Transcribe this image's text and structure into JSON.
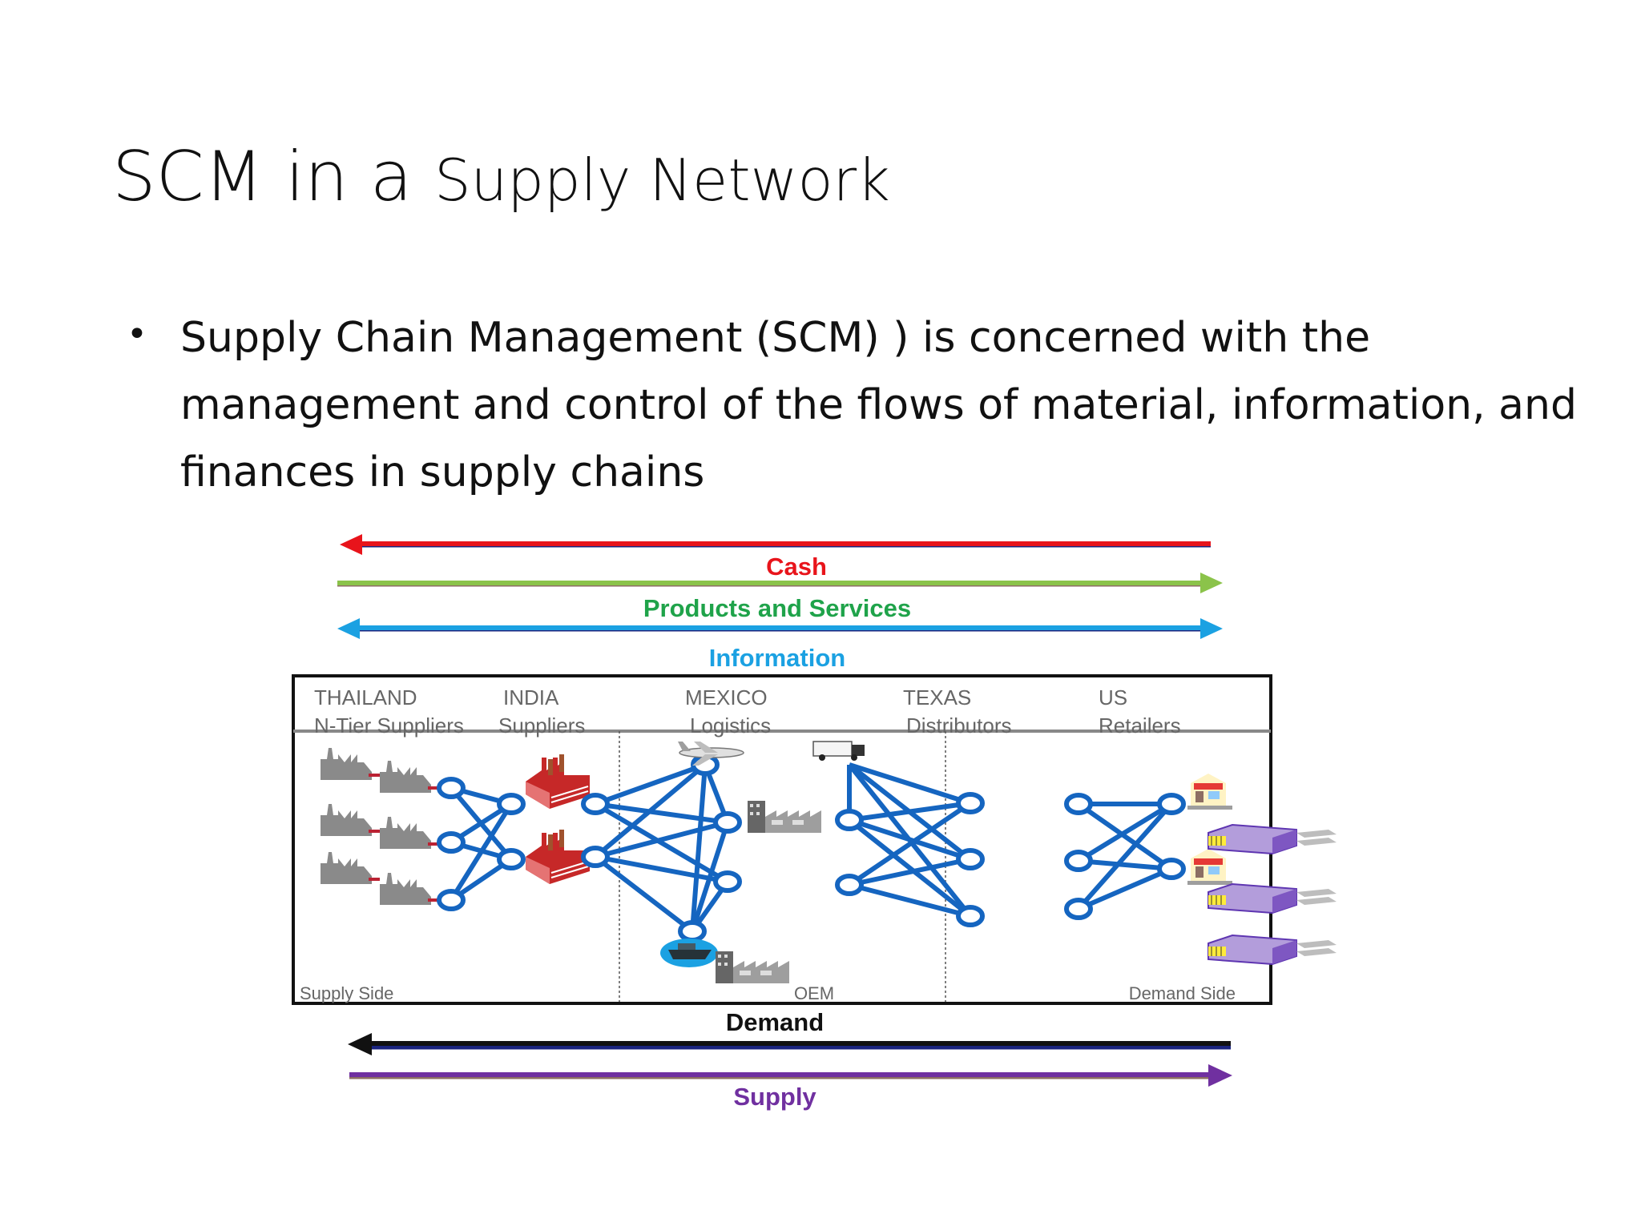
{
  "slide": {
    "title_part1": "SCM in a ",
    "title_part2": "Supply Network",
    "bullet": "•",
    "bullet_text": "Supply Chain Management (SCM) ) is concerned with the management and control of the flows of material, information, and finances in supply chains"
  },
  "diagram": {
    "flows": {
      "cash": "Cash",
      "products": "Products and Services",
      "information": "Information",
      "demand": "Demand",
      "supply": "Supply"
    },
    "regions": [
      {
        "country": "THAILAND",
        "role": "N-Tier Suppliers"
      },
      {
        "country": "INDIA",
        "role": "Suppliers"
      },
      {
        "country": "MEXICO",
        "role": "Logistics"
      },
      {
        "country": "TEXAS",
        "role": "Distributors"
      },
      {
        "country": "US",
        "role": "Retailers"
      }
    ],
    "footer": {
      "left": "Supply Side",
      "center": "OEM",
      "right": "Demand Side"
    },
    "colors": {
      "cash": "#e8141b",
      "products_arrow": "#8bc34a",
      "products_text": "#1fa34a",
      "information": "#1ba1e2",
      "demand": "#111111",
      "supply": "#7030a0",
      "network": "#1565c0",
      "region_text": "#666666"
    }
  }
}
